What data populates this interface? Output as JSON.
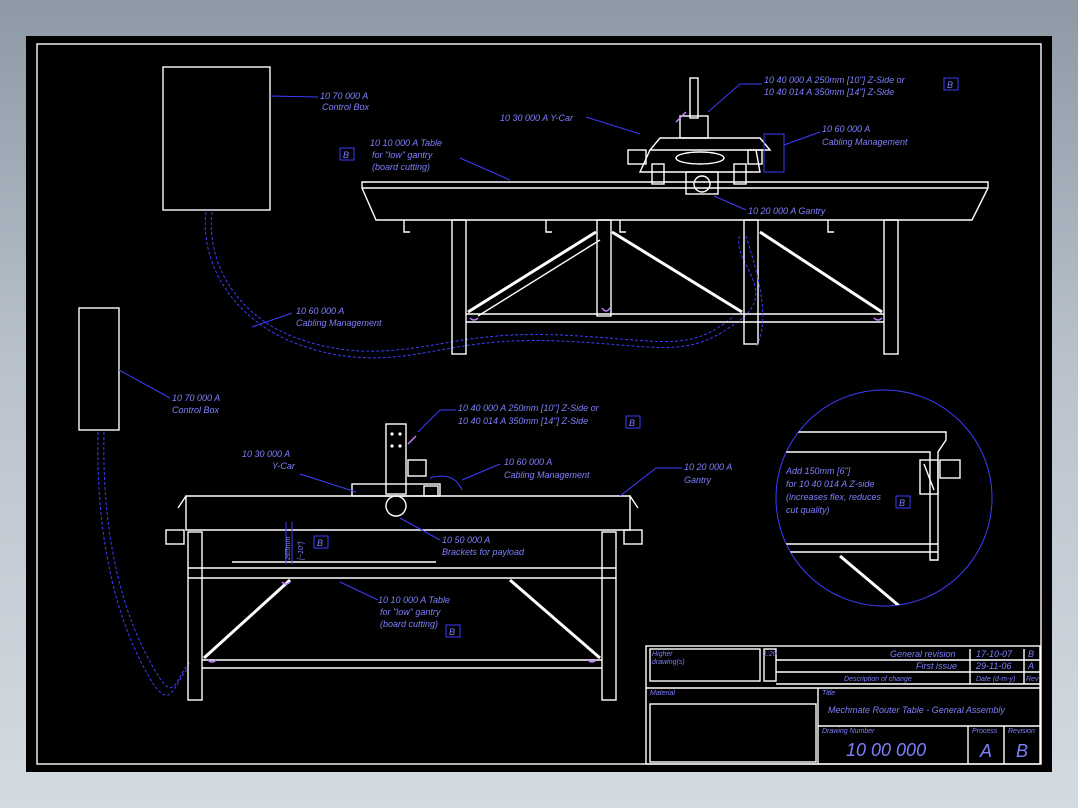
{
  "colors": {
    "frame": "#ffffff",
    "annotation": "#3d3dff",
    "annotation_text": "#7f7fff",
    "paper": "#000000"
  },
  "top_view": {
    "control_box": {
      "code": "10 70 000 A",
      "name": "Control Box"
    },
    "cabling_left": {
      "code": "10 60 000 A",
      "name": "Cabling Management"
    },
    "table": {
      "code": "10 10 000 A Table",
      "line2": "for \"low\" gantry",
      "line3": "(board cutting)",
      "rev": "B"
    },
    "ycar": {
      "text": "10 30 000 A Y-Car"
    },
    "zside": {
      "line1": "10 40 000 A  250mm [10\"] Z-Side  or",
      "line2": "10 40 014 A  350mm [14\"] Z-Side",
      "rev": "B"
    },
    "cabling_right": {
      "code": "10 60 000 A",
      "name": "Cabling Management"
    },
    "gantry": {
      "text": "10 20 000 A Gantry"
    }
  },
  "front_view": {
    "control_box": {
      "code": "10 70 000 A",
      "name": "Control Box"
    },
    "zside": {
      "line1": "10 40 000 A  250mm [10\"] Z-Side  or",
      "line2": "10 40 014 A  350mm [14\"] Z-Side",
      "rev": "B"
    },
    "ycar": {
      "code": "10 30 000 A",
      "name": "Y-Car"
    },
    "cabling": {
      "code": "10 60 000 A",
      "name": "Cabling Management"
    },
    "gantry": {
      "code": "10 20 000 A",
      "name": "Gantry"
    },
    "brackets": {
      "code": "10 50 000 A",
      "name": "Brackets for payload"
    },
    "dim_mm": "265mm",
    "dim_in": "[~10\"]",
    "dim_rev": "B",
    "table": {
      "code": "10 10 000 A Table",
      "line2": "for \"low\" gantry",
      "line3": "(board cutting)",
      "rev": "B"
    }
  },
  "detail": {
    "line1": "Add 150mm [6\"]",
    "line2": "for 10 40 014 A Z-side",
    "line3": "(increases flex, reduces",
    "line4": "cut quality)",
    "rev": "B"
  },
  "title_block": {
    "higher_label": "Higher",
    "higher_label2": "drawing(s)",
    "scale": "1:20",
    "rev_rows": [
      {
        "desc": "General revision",
        "date": "17-10-07",
        "rev": "B"
      },
      {
        "desc": "First issue",
        "date": "29-11-06",
        "rev": "A"
      }
    ],
    "hdr_desc": "Description of change",
    "hdr_date": "Date (d-m-y)",
    "hdr_rev": "Rev",
    "material_label": "Material",
    "title_label": "Title",
    "title": "Mechmate Router Table  -  General Assembly",
    "drawing_number_label": "Drawing Number",
    "drawing_number": "10 00 000",
    "process_label": "Process",
    "process": "A",
    "revision_label": "Revision",
    "revision": "B"
  }
}
